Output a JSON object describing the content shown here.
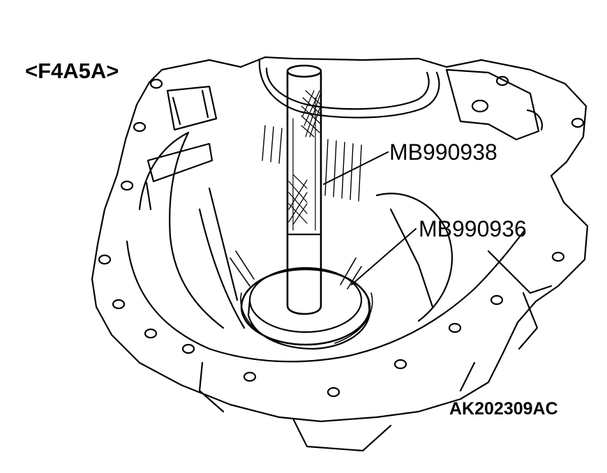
{
  "labels": {
    "model": "<F4A5A>",
    "tool_upper": "MB990938",
    "tool_lower": "MB990936",
    "figure_id": "AK202309AC"
  }
}
